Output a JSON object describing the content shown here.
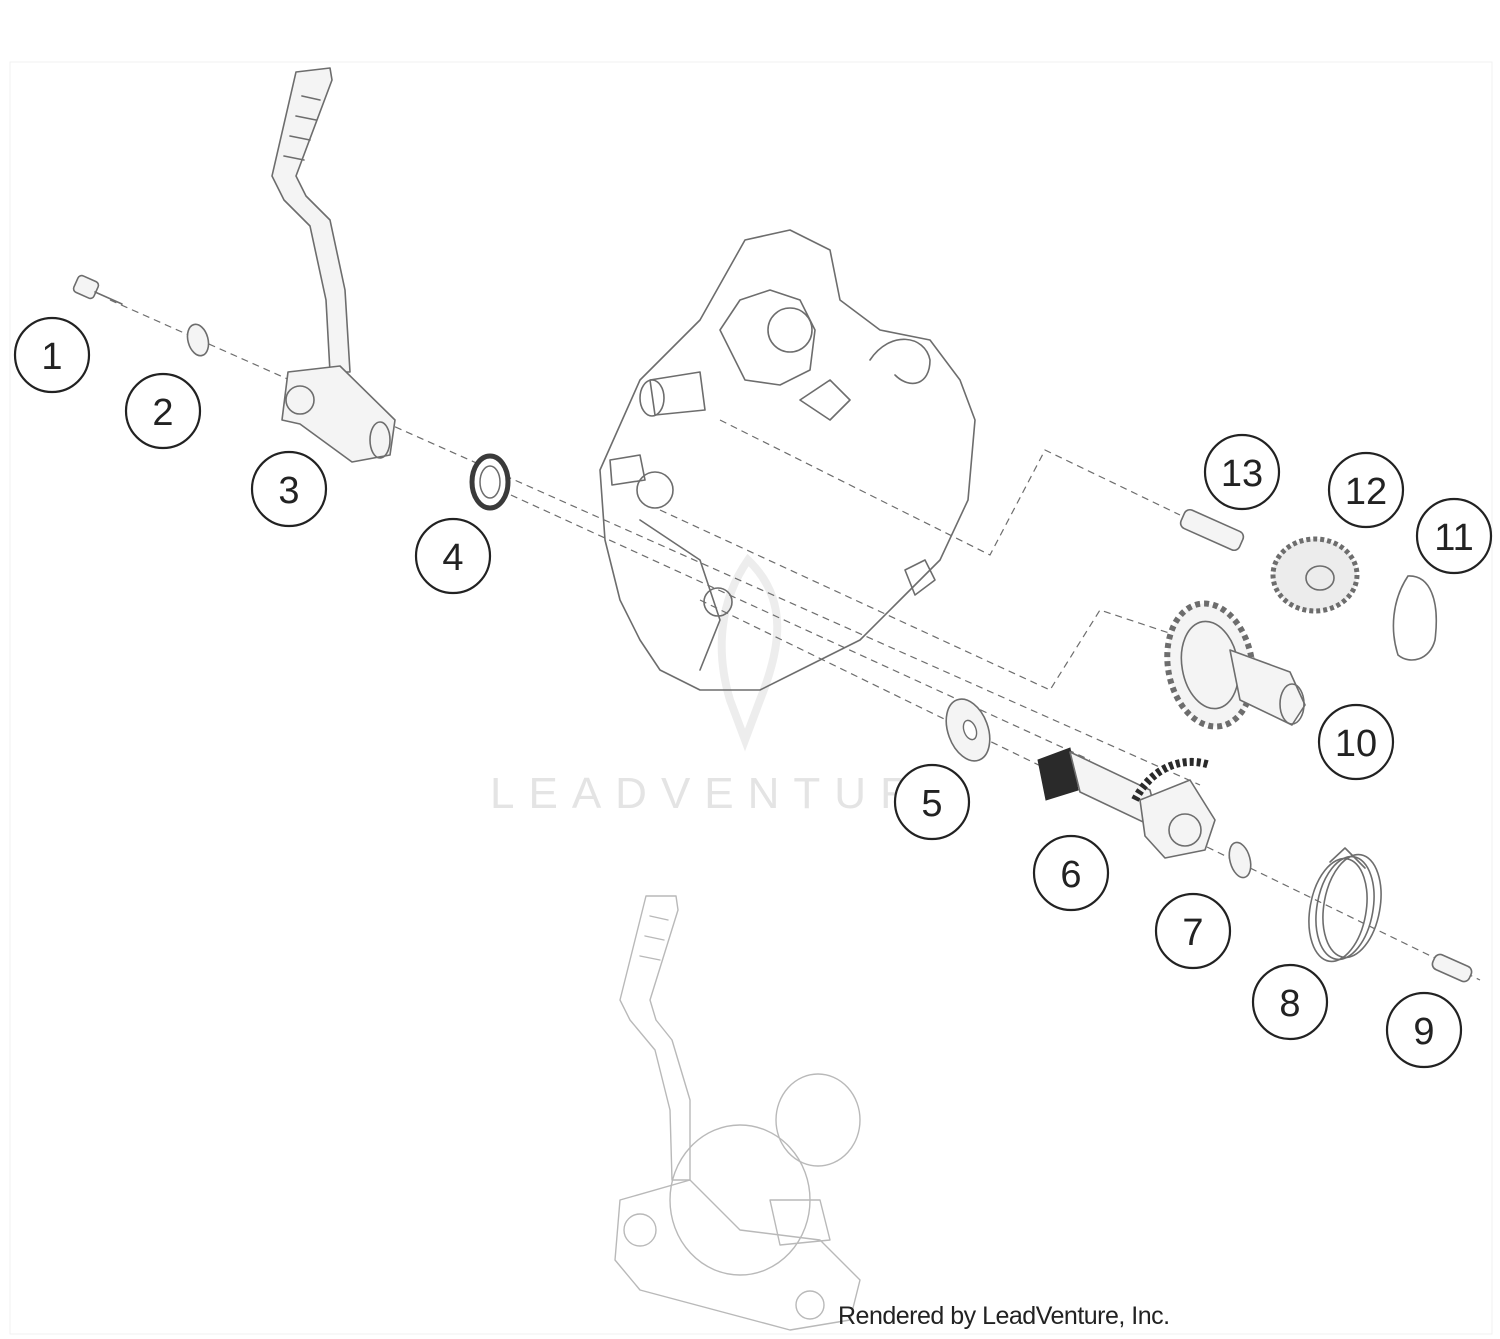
{
  "callouts": [
    "1",
    "2",
    "3",
    "4",
    "5",
    "6",
    "7",
    "8",
    "9",
    "10",
    "11",
    "12",
    "13"
  ],
  "watermark": "LEADVENTURE",
  "credit": "Rendered by LeadVenture, Inc."
}
